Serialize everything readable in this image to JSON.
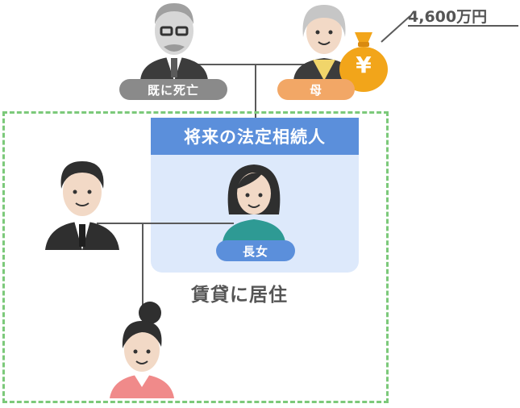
{
  "labels": {
    "deceased": "既に死亡",
    "mother": "母",
    "heir_header": "将来の法定相続人",
    "eldest_daughter": "長女",
    "living_status": "賃貸に居住",
    "assets_amount": "4,600万円"
  },
  "icons": {
    "money_bag": "yen-money-bag-icon",
    "yen_symbol": "¥"
  },
  "colors": {
    "heir_header": "#5b8fdb",
    "heir_panel": "#dde9fb",
    "dashed_frame": "#7cc97a",
    "deceased_badge": "#8a8a8a",
    "mother_badge": "#f2a766",
    "daughter_badge": "#5b8fdb",
    "money_bag": "#f2a51a"
  }
}
